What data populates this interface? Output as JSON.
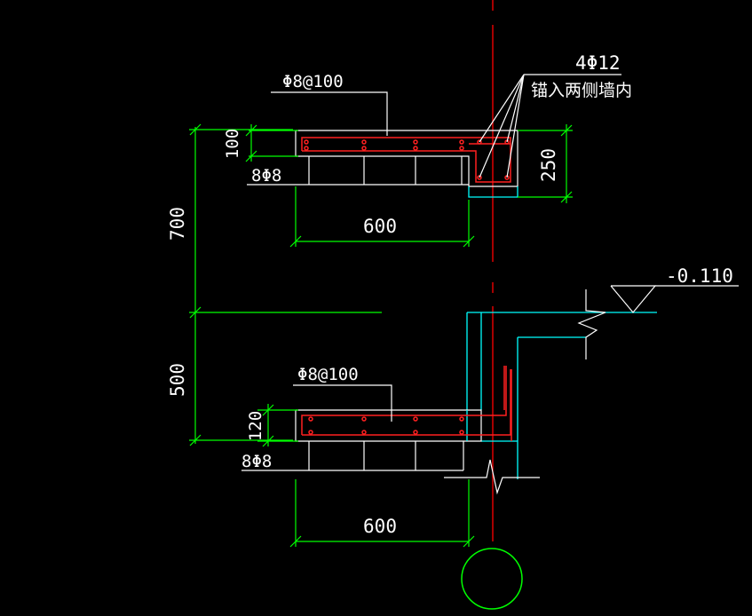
{
  "upper_detail": {
    "stirrup_label": "Φ8@100",
    "bottom_bars_label": "8Φ8",
    "slab_thickness": "100",
    "width_dim": "600",
    "beam_depth_dim": "250",
    "anchor_bars_label": "4Φ12",
    "anchor_note": "锚入两侧墙内"
  },
  "lower_detail": {
    "stirrup_label": "Φ8@100",
    "bottom_bars_label": "8Φ8",
    "slab_thickness": "120",
    "width_dim": "600",
    "elevation_label": "-0.110"
  },
  "vertical_dims": {
    "upper_spacing": "700",
    "lower_spacing": "500"
  },
  "colors": {
    "background": "#000000",
    "dimension": "#00ff00",
    "outline": "#ffffff",
    "rebar": "#ff2020",
    "wall": "#00ffff",
    "centerline": "#ff0000"
  }
}
